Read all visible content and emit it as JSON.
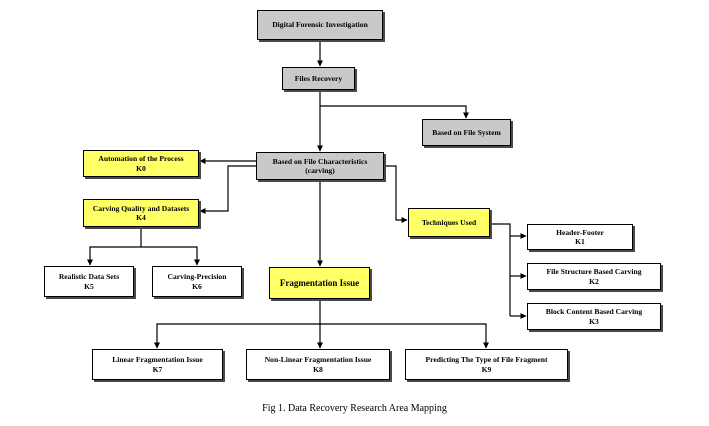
{
  "nodes": {
    "digital_forensic": {
      "line1": "Digital Forensic Investigation"
    },
    "files_recovery": {
      "line1": "Files Recovery"
    },
    "file_system": {
      "line1": "Based on File System"
    },
    "file_characteristics": {
      "line1": "Based on File Characteristics",
      "line2": "(carving)"
    },
    "automation": {
      "line1": "Automation of the Process",
      "line2": "K0"
    },
    "carving_quality": {
      "line1": "Carving Quality and Datasets",
      "line2": "K4"
    },
    "realistic_data": {
      "line1": "Realistic Data Sets",
      "line2": "K5"
    },
    "carving_precision": {
      "line1": "Carving-Precision",
      "line2": "K6"
    },
    "fragmentation": {
      "line1": "Fragmentation Issue"
    },
    "techniques": {
      "line1": "Techniques Used"
    },
    "header_footer": {
      "line1": "Header-Footer",
      "line2": "K1"
    },
    "file_structure": {
      "line1": "File Structure Based Carving",
      "line2": "K2"
    },
    "block_content": {
      "line1": "Block Content Based Carving",
      "line2": "K3"
    },
    "linear_frag": {
      "line1": "Linear Fragmentation Issue",
      "line2": "K7"
    },
    "nonlinear_frag": {
      "line1": "Non-Linear Fragmentation Issue",
      "line2": "K8"
    },
    "predicting": {
      "line1": "Predicting The Type of File Fragment",
      "line2": "K9"
    }
  },
  "caption": "Fig 1. Data Recovery Research Area Mapping",
  "colors": {
    "gray": "#c9c9c9",
    "yellow": "#ffff66",
    "white": "#ffffff",
    "line": "#000000"
  }
}
